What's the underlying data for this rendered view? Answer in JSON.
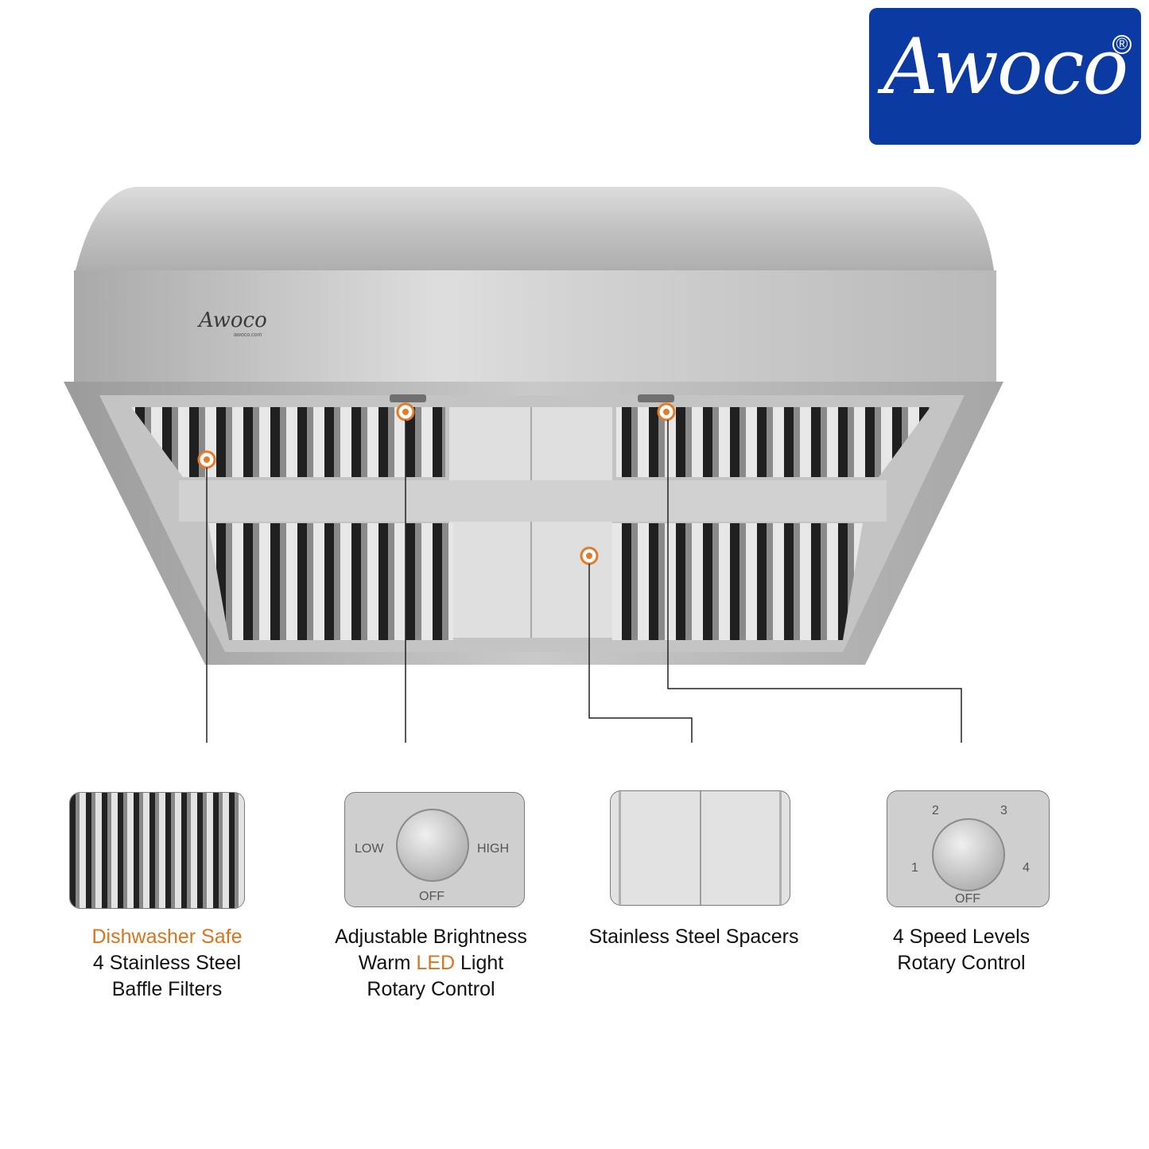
{
  "brand": {
    "logo": "Awoco",
    "hood_logo": "Awoco",
    "hood_site": "awoco.com",
    "color": "#0b3aa2",
    "accent": "#d8731e"
  },
  "features": [
    {
      "line1": "Dishwasher Safe",
      "line2": "4 Stainless Steel",
      "line3": "Baffle Filters"
    },
    {
      "line1": "Adjustable Brightness",
      "line2a": "Warm ",
      "line2b": "LED",
      "line2c": " Light",
      "line3": "Rotary Control",
      "knob": {
        "low": "LOW",
        "high": "HIGH",
        "off": "OFF"
      }
    },
    {
      "line1": "Stainless Steel Spacers"
    },
    {
      "line1": "4 Speed Levels",
      "line2": "Rotary Control",
      "knob": {
        "s1": "1",
        "s2": "2",
        "s3": "3",
        "s4": "4",
        "off": "OFF"
      }
    }
  ]
}
